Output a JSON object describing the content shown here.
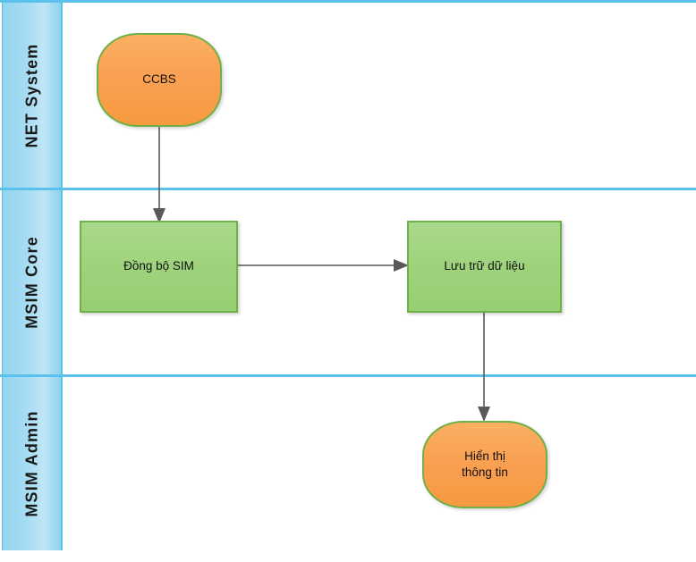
{
  "diagram": {
    "type": "swimlane-flowchart",
    "title": "",
    "colors": {
      "lane_header_fill": "#a9ddf3",
      "lane_border": "#5bc0ec",
      "process_fill": "#9ed37c",
      "process_border": "#6fb146",
      "terminator_fill": "#f9a053",
      "terminator_border": "#6fb146",
      "connector": "#595959"
    },
    "lanes": [
      {
        "id": "lane-net-system",
        "label": "NET System"
      },
      {
        "id": "lane-msim-core",
        "label": "MSIM Core"
      },
      {
        "id": "lane-msim-admin",
        "label": "MSIM Admin"
      }
    ],
    "nodes": [
      {
        "id": "node-ccbs",
        "label": "CCBS",
        "shape": "rounded",
        "lane": "NET System"
      },
      {
        "id": "node-dong-bo-sim",
        "label": "Đồng bộ SIM",
        "shape": "rectangle",
        "lane": "MSIM Core"
      },
      {
        "id": "node-luu-tru-du-lieu",
        "label": "Lưu trữ dữ liệu",
        "shape": "rectangle",
        "lane": "MSIM Core"
      },
      {
        "id": "node-hien-thi-thong-tin",
        "label": "Hiển thị\nthông tin",
        "shape": "rounded",
        "lane": "MSIM Admin"
      }
    ],
    "connectors": [
      {
        "id": "conn-ccbs-to-dong-bo-sim",
        "from": "node-ccbs",
        "to": "node-dong-bo-sim",
        "label": ""
      },
      {
        "id": "conn-dong-bo-sim-to-luu-tru",
        "from": "node-dong-bo-sim",
        "to": "node-luu-tru-du-lieu",
        "label": ""
      },
      {
        "id": "conn-luu-tru-to-hien-thi",
        "from": "node-luu-tru-du-lieu",
        "to": "node-hien-thi-thong-tin",
        "label": ""
      }
    ]
  }
}
